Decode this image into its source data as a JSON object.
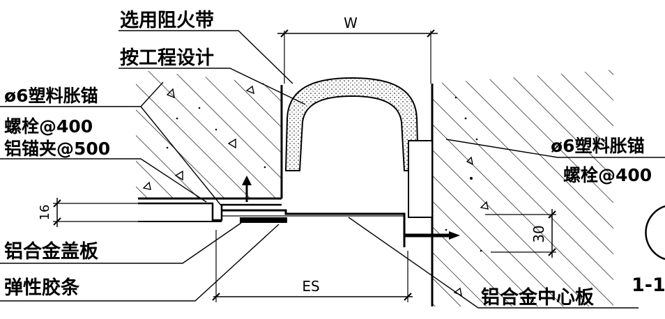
{
  "labels": {
    "select_fire_belt": "选用阻火带",
    "per_design": "按工程设计",
    "anchor_left": "ø6塑料胀锚",
    "bolt_left": "螺栓@400",
    "clip": "铝锚夹@500",
    "anchor_right": "ø6塑料胀锚",
    "bolt_right": "螺栓@400",
    "cover_plate": "铝合金盖板",
    "rubber_strip": "弹性胶条",
    "center_plate": "铝合金中心板",
    "section": "1-1"
  },
  "dimensions": {
    "width": "W",
    "thickness": "16",
    "depth": "30",
    "es": "ES"
  }
}
